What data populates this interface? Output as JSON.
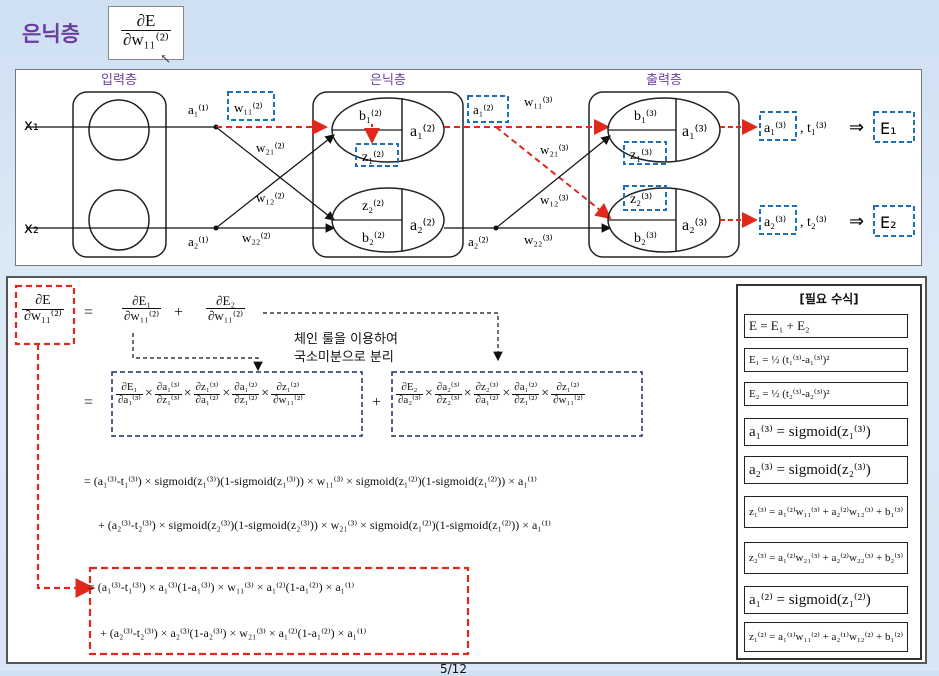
{
  "header": {
    "title": "은닉층",
    "formula_num": "∂E",
    "formula_den": "∂w₁₁⁽²⁾"
  },
  "network": {
    "layer_labels": [
      "입력층",
      "은닉층",
      "출력층"
    ],
    "inputs": [
      "x₁",
      "x₂"
    ],
    "weight_labels": [
      "w₁₁⁽²⁾",
      "w₂₁⁽²⁾",
      "w₁₂⁽²⁾",
      "w₂₂⁽²⁾",
      "w₁₁⁽³⁾",
      "w₂₁⁽³⁾",
      "w₁₂⁽³⁾",
      "w₂₂⁽³⁾"
    ],
    "activations_in": [
      "a₁⁽¹⁾",
      "a₂⁽¹⁾"
    ],
    "hidden_nodes": [
      {
        "b": "b₁⁽²⁾",
        "z": "z₁⁽²⁾",
        "a": "a₁⁽²⁾"
      },
      {
        "b": "b₂⁽²⁾",
        "z": "z₂⁽²⁾",
        "a": "a₂⁽²⁾"
      }
    ],
    "hidden_out": [
      "a₁⁽²⁾",
      "a₂⁽²⁾"
    ],
    "output_nodes": [
      {
        "b": "b₁⁽³⁾",
        "z": "z₁⁽³⁾",
        "a": "a₁⁽³⁾"
      },
      {
        "b": "b₂⁽³⁾",
        "z": "z₂⁽³⁾",
        "a": "a₂⁽³⁾"
      }
    ],
    "outputs": [
      {
        "a": "a₁⁽³⁾",
        "t": ", t₁⁽³⁾",
        "arrow": "⇒",
        "E": "E₁"
      },
      {
        "a": "a₂⁽³⁾",
        "t": ", t₂⁽³⁾",
        "arrow": "⇒",
        "E": "E₂"
      }
    ],
    "colors": {
      "red": "#e0281c",
      "blue": "#1f6fb8",
      "purple": "#6a3ea0"
    }
  },
  "derivation": {
    "lhs_num": "∂E",
    "lhs_den": "∂w₁₁⁽²⁾",
    "eq": "=",
    "plus": "+",
    "line1": [
      {
        "n": "∂E₁",
        "d": "∂w₁₁⁽²⁾"
      },
      {
        "n": "∂E₂",
        "d": "∂w₁₁⁽²⁾"
      }
    ],
    "note_line1": "체인 룰을 이용하여",
    "note_line2": "국소미분으로 분리",
    "chain1": [
      {
        "n": "∂E₁",
        "d": "∂a₁⁽³⁾"
      },
      {
        "n": "∂a₁⁽³⁾",
        "d": "∂z₁⁽³⁾"
      },
      {
        "n": "∂z₁⁽³⁾",
        "d": "∂a₁⁽²⁾"
      },
      {
        "n": "∂a₁⁽²⁾",
        "d": "∂z₁⁽²⁾"
      },
      {
        "n": "∂z₁⁽²⁾",
        "d": "∂w₁₁⁽²⁾"
      }
    ],
    "chain2": [
      {
        "n": "∂E₂",
        "d": "∂a₂⁽³⁾"
      },
      {
        "n": "∂a₂⁽³⁾",
        "d": "∂z₂⁽³⁾"
      },
      {
        "n": "∂z₂⁽³⁾",
        "d": "∂a₁⁽²⁾"
      },
      {
        "n": "∂a₁⁽²⁾",
        "d": "∂z₁⁽²⁾"
      },
      {
        "n": "∂z₁⁽²⁾",
        "d": "∂w₁₁⁽²⁾"
      }
    ],
    "times": "×",
    "expand1": "=   (a₁⁽³⁾-t₁⁽³⁾)  ×  sigmoid(z₁⁽³⁾)(1-sigmoid(z₁⁽³⁾))  ×  w₁₁⁽³⁾  ×  sigmoid(z₁⁽²⁾)(1-sigmoid(z₁⁽²⁾))  ×  a₁⁽¹⁾",
    "expand2": "+  (a₂⁽³⁾-t₂⁽³⁾)  ×  sigmoid(z₂⁽³⁾)(1-sigmoid(z₂⁽³⁾))  ×  w₂₁⁽³⁾  ×  sigmoid(z₁⁽²⁾)(1-sigmoid(z₁⁽²⁾))  ×  a₁⁽¹⁾",
    "final1": "=  (a₁⁽³⁾-t₁⁽³⁾)  ×  a₁⁽³⁾(1-a₁⁽³⁾)  ×  w₁₁⁽³⁾  ×  a₁⁽²⁾(1-a₁⁽²⁾)  ×  a₁⁽¹⁾",
    "final2": "+  (a₂⁽³⁾-t₂⁽³⁾)  ×  a₂⁽³⁾(1-a₂⁽³⁾)  ×  w₂₁⁽³⁾  ×  a₁⁽²⁾(1-a₁⁽²⁾)  ×  a₁⁽¹⁾"
  },
  "formulas": {
    "heading": "[필요 수식]",
    "items": [
      "E  =  E₁  +  E₂",
      "E₁  =  ½ (t₁⁽³⁾-a₁⁽³⁾)²",
      "E₂  =  ½ (t₂⁽³⁾-a₂⁽³⁾)²",
      "a₁⁽³⁾ = sigmoid(z₁⁽³⁾)",
      "a₂⁽³⁾ = sigmoid(z₂⁽³⁾)",
      "z₁⁽³⁾ = a₁⁽²⁾w₁₁⁽³⁾ + a₂⁽²⁾w₁₂⁽³⁾ + b₁⁽³⁾",
      "z₂⁽³⁾ = a₁⁽²⁾w₂₁⁽³⁾ + a₂⁽²⁾w₂₂⁽³⁾ + b₂⁽³⁾",
      "a₁⁽²⁾ = sigmoid(z₁⁽²⁾)",
      "z₁⁽²⁾ = a₁⁽¹⁾w₁₁⁽²⁾ + a₂⁽¹⁾w₁₂⁽²⁾ + b₁⁽²⁾"
    ]
  },
  "footer": {
    "page": "5/12"
  }
}
